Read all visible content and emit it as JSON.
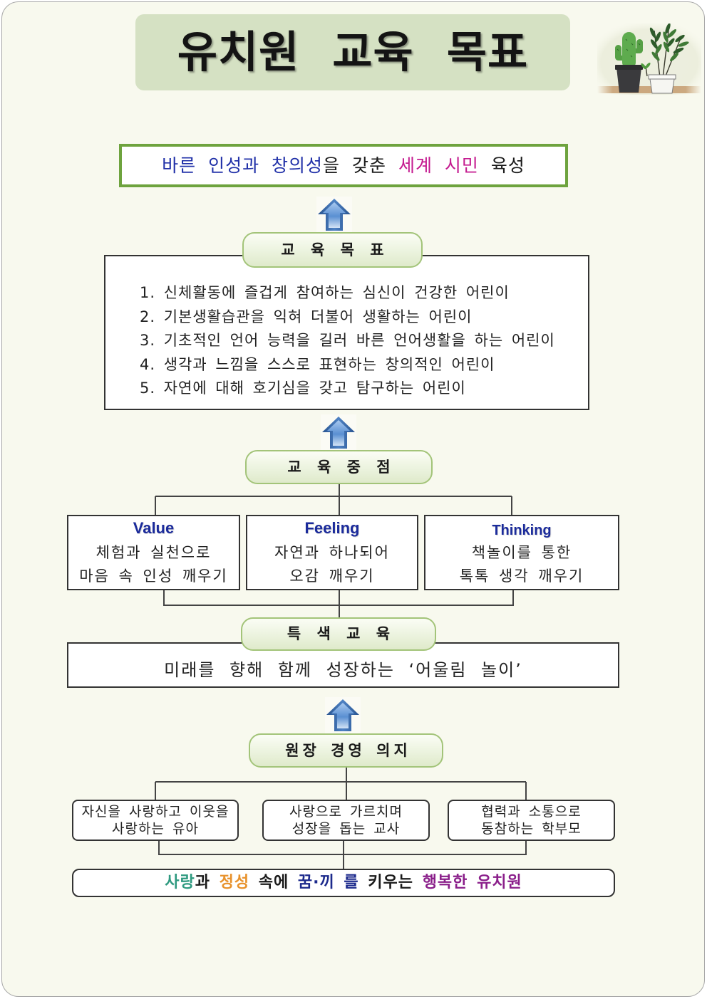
{
  "title": "유치원 교육 목표",
  "icons": {
    "arrow": "up-arrow-icon",
    "illustration": "potted-plants-icon"
  },
  "colors": {
    "page_bg": "#f8f9ee",
    "title_bg": "#d5e1c3",
    "vision_border": "#6ea33e",
    "pill_border": "#a3c479",
    "focus_heading": "#1b2b9b",
    "box_border": "#333333"
  },
  "vision": {
    "parts": [
      {
        "text": "바른 인성과 창의성",
        "color": "#2030a8"
      },
      {
        "text": "을 갖춘 ",
        "color": "#1a1a1a"
      },
      {
        "text": "세계 시민",
        "color": "#c41a8f"
      },
      {
        "text": " 육성",
        "color": "#1a1a1a"
      }
    ]
  },
  "goals": {
    "label": "교 육 목 표",
    "items": [
      "1. 신체활동에 즐겁게 참여하는 심신이 건강한 어린이",
      "2. 기본생활습관을 익혀 더불어 생활하는 어린이",
      "3. 기초적인 언어 능력을 길러 바른 언어생활을 하는 어린이",
      "4. 생각과 느낌을 스스로 표현하는 창의적인 어린이",
      "5. 자연에 대해 호기심을 갖고 탐구하는 어린이"
    ]
  },
  "focus": {
    "label": "교 육 중 점",
    "cards": [
      {
        "heading": "Value",
        "lines": [
          "체험과 실천으로",
          "마음 속 인성 깨우기"
        ]
      },
      {
        "heading": "Feeling",
        "lines": [
          "자연과 하나되어",
          "오감 깨우기"
        ]
      },
      {
        "heading": "Thinking",
        "lines": [
          "책놀이를 통한",
          "톡톡 생각 깨우기"
        ]
      }
    ]
  },
  "special": {
    "label": "특 색 교 육",
    "text": "미래를 향해 함께 성장하는 ‘어울림 놀이’"
  },
  "principal": {
    "label": "원장 경영 의지",
    "cards": [
      {
        "lines": [
          "자신을 사랑하고 이웃을",
          "사랑하는 유아"
        ]
      },
      {
        "lines": [
          "사랑으로 가르치며",
          "성장을 돕는 교사"
        ]
      },
      {
        "lines": [
          "협력과 소통으로",
          "동참하는 학부모"
        ]
      }
    ],
    "motto": [
      {
        "text": "사랑",
        "color": "#2f9a80"
      },
      {
        "text": "과 ",
        "color": "#1a1a1a"
      },
      {
        "text": "정성",
        "color": "#e8922c"
      },
      {
        "text": " 속에 ",
        "color": "#1a1a1a"
      },
      {
        "text": "꿈·끼 를",
        "color": "#1c2a8c"
      },
      {
        "text": " 키우는 ",
        "color": "#1a1a1a"
      },
      {
        "text": "행복한 유치원",
        "color": "#8a1e8a"
      }
    ]
  }
}
